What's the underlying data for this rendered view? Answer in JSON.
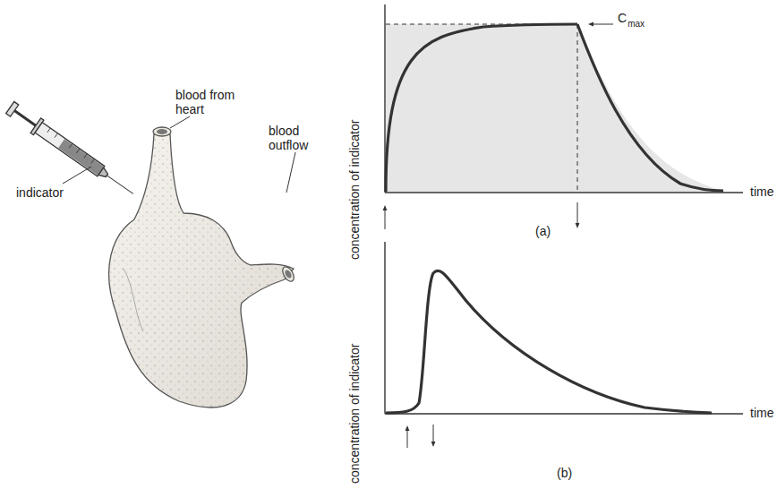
{
  "diagram": {
    "labels": [
      "indicator",
      "blood from heart",
      "blood outflow",
      "concentration of indicator",
      "time",
      "C",
      "max",
      "(a)",
      "concentration of indicator",
      "time",
      "(b)"
    ]
  }
}
